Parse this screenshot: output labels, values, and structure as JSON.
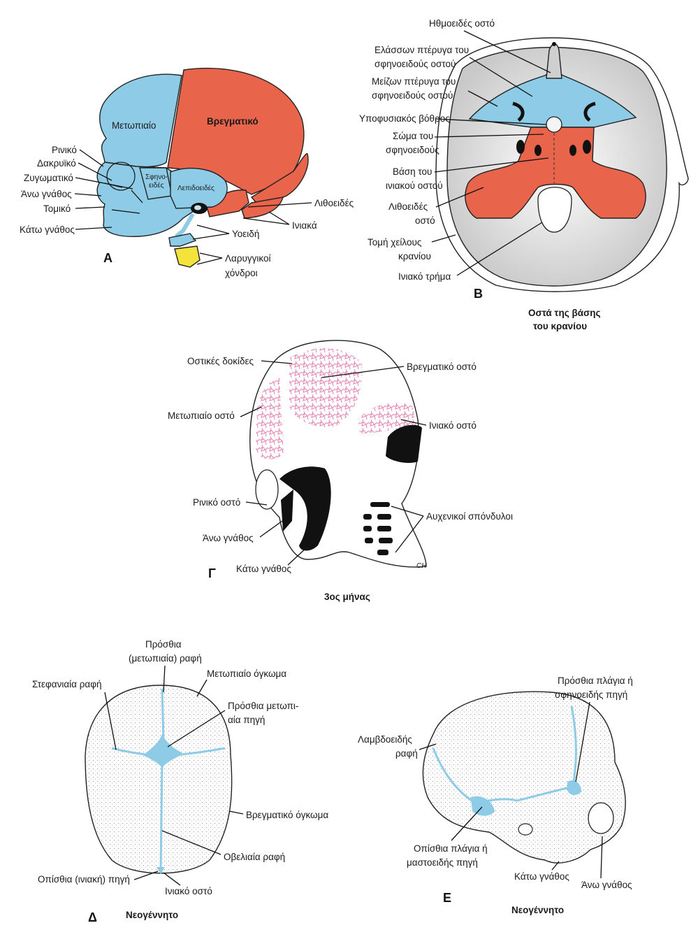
{
  "colors": {
    "blue": "#8ecbe6",
    "red": "#e8644b",
    "yellow": "#f3e33a",
    "pink": "#e58bb5",
    "skull_grey": "#d9d9d9"
  },
  "panel_a": {
    "letter": "A",
    "bones": {
      "frontal": "Μετωπιαίο",
      "parietal": "Βρεγματικό",
      "sphenoid_line1": "Σφηνο-",
      "sphenoid_line2": "ειδές",
      "squamous": "Λεπιδοειδές"
    },
    "labels": {
      "nasal": "Ρινικό",
      "lacrimal": "Δακρυϊκό",
      "zygomatic": "Ζυγωματικό",
      "maxilla": "Άνω γνάθος",
      "incisive": "Τομικό",
      "mandible": "Κάτω γνάθος",
      "petrous": "Λιθοειδές",
      "occipital": "Ινιακά",
      "hyoid": "Υοειδή",
      "laryngeal_line1": "Λαρυγγικοί",
      "laryngeal_line2": "χόνδροι"
    }
  },
  "panel_b": {
    "letter": "Β",
    "caption_line1": "Οστά της βάσης",
    "caption_line2": "του κρανίου",
    "labels": {
      "ethmoid": "Ηθμοειδές οστό",
      "lesser_wing_line1": "Ελάσσων πτέρυγα του",
      "lesser_wing_line2": "σφηνοειδούς οστού",
      "greater_wing_line1": "Μείζων πτέρυγα του",
      "greater_wing_line2": "σφηνοειδούς οστού",
      "hypophyseal": "Υποφυσιακός βόθρος",
      "body_line1": "Σώμα του",
      "body_line2": "σφηνοειδούς",
      "basi_line1": "Βάση του",
      "basi_line2": "ινιακού οστού",
      "petrous_line1": "Λιθοειδές",
      "petrous_line2": "οστό",
      "cut_line1": "Τομή χείλους",
      "cut_line2": "κρανίου",
      "foramen": "Ινιακό τρήμα"
    }
  },
  "panel_c": {
    "letter": "Γ",
    "caption": "3ος μήνας",
    "signature": "CH",
    "labels": {
      "trabeculae": "Οστικές δοκίδες",
      "parietal": "Βρεγματικό οστό",
      "frontal": "Μετωπιαίο οστό",
      "occipital": "Ινιακό οστό",
      "nasal": "Ρινικό οστό",
      "cervical": "Αυχενικοί σπόνδυλοι",
      "maxilla": "Άνω γνάθος",
      "mandible": "Κάτω γνάθος"
    }
  },
  "panel_d": {
    "letter": "Δ",
    "caption": "Νεογέννητο",
    "labels": {
      "frontal_suture_line1": "Πρόσθια",
      "frontal_suture_line2": "(μετωπιαία) ραφή",
      "coronal": "Στεφανιαία ραφή",
      "frontal_eminence": "Μετωπιαίο όγκωμα",
      "ant_fontanelle_line1": "Πρόσθια μετωπι-",
      "ant_fontanelle_line2": "αία πηγή",
      "parietal_eminence": "Βρεγματικό όγκωμα",
      "sagittal": "Οβελιαία ραφή",
      "post_fontanelle": "Οπίσθια (ινιακή) πηγή",
      "occipital": "Ινιακό οστό"
    }
  },
  "panel_e": {
    "letter": "Ε",
    "caption": "Νεογέννητο",
    "labels": {
      "sphenoid_font_line1": "Πρόσθια πλάγια ή",
      "sphenoid_font_line2": "σφηνοειδής πηγή",
      "lambdoid_line1": "Λαμβδοειδής",
      "lambdoid_line2": "ραφή",
      "mastoid_font_line1": "Οπίσθια πλάγια ή",
      "mastoid_font_line2": "μαστοειδής πηγή",
      "mandible": "Κάτω γνάθος",
      "maxilla": "Άνω γνάθος"
    }
  }
}
